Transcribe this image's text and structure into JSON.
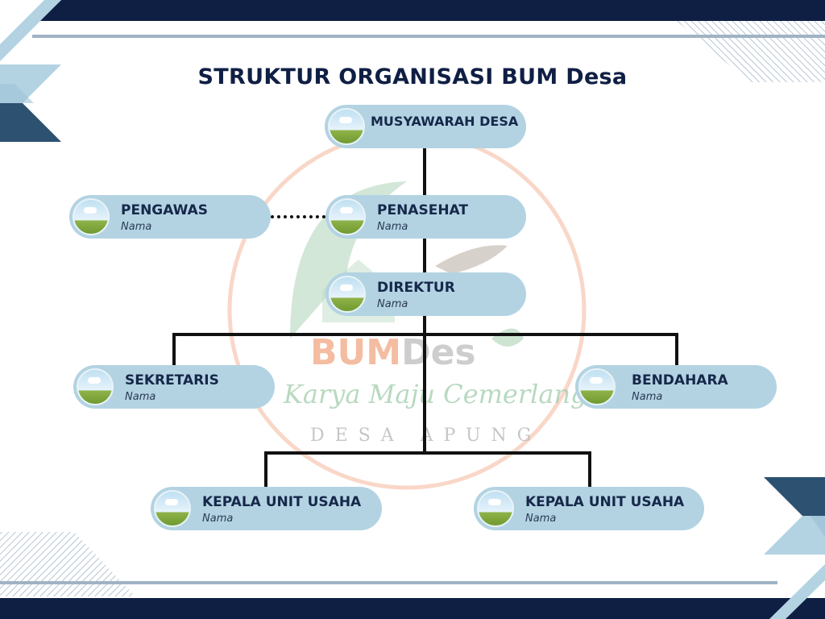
{
  "title": "STRUKTUR ORGANISASI BUM Desa",
  "watermark": {
    "brand_main": "BUM",
    "brand_suffix": "Des",
    "script_text": "Karya Maju Cemerlang",
    "village_text": "DESA APUNG",
    "colors": {
      "bum": "#f0a07a",
      "des": "#b8b8b8",
      "script": "#9bc9a6",
      "village": "#b8b8b8"
    }
  },
  "nodes": {
    "musyawarah": {
      "title": "MUSYAWARAH DESA"
    },
    "pengawas": {
      "title": "PENGAWAS",
      "subtitle": "Nama"
    },
    "penasehat": {
      "title": "PENASEHAT",
      "subtitle": "Nama"
    },
    "direktur": {
      "title": "DIREKTUR",
      "subtitle": "Nama"
    },
    "sekretaris": {
      "title": "SEKRETARIS",
      "subtitle": "Nama"
    },
    "bendahara": {
      "title": "BENDAHARA",
      "subtitle": "Nama"
    },
    "kepala_unit_1": {
      "title": "KEPALA UNIT USAHA",
      "subtitle": "Nama"
    },
    "kepala_unit_2": {
      "title": "KEPALA UNIT USAHA",
      "subtitle": "Nama"
    }
  },
  "colors": {
    "navy": "#0f1f44",
    "node_fill": "#b3d3e2",
    "accent_light": "#9fc3d8",
    "accent_dark": "#2d5170"
  }
}
